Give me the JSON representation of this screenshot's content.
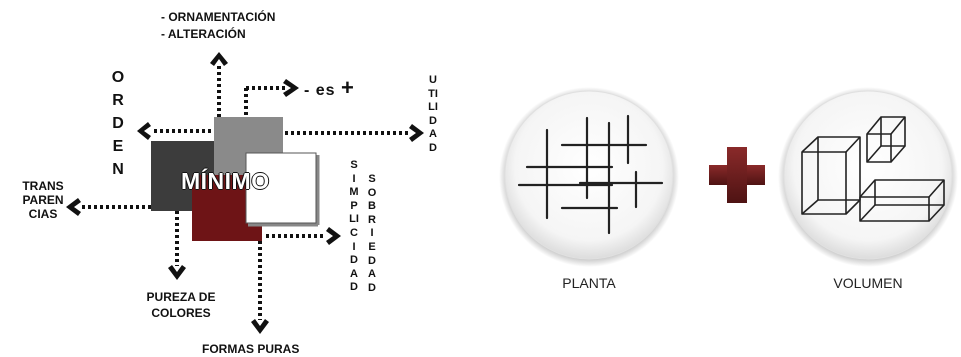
{
  "diagram": {
    "center_label": "MÍNIMO",
    "top_labels": [
      "- ORNAMENTACIÓN",
      "- ALTERACIÓN"
    ],
    "es_mas_label": "- es +",
    "orden_letters": "ORDEN",
    "utilidad_letters": "UTILIDAD",
    "simplicidad_letters": "SIMPLICIDAD",
    "sobriedad_letters": "SOBRIEDAD",
    "transparencias_lines": [
      "TRANS",
      "PAREN",
      "CIAS"
    ],
    "pureza_lines": [
      "PUREZA DE",
      "COLORES"
    ],
    "formas_puras_label": "FORMAS PURAS",
    "colors": {
      "square_dark": "#3c3c3c",
      "square_gray": "#8a8a8a",
      "square_red": "#6e1416",
      "square_white": "#ffffff",
      "arrow": "#111111"
    }
  },
  "equation": {
    "left_caption": "PLANTA",
    "right_caption": "VOLUMEN",
    "plus_color": "#6b1e1e",
    "left_icon": "plan-lines-icon",
    "right_icon": "wireframe-boxes-icon"
  }
}
